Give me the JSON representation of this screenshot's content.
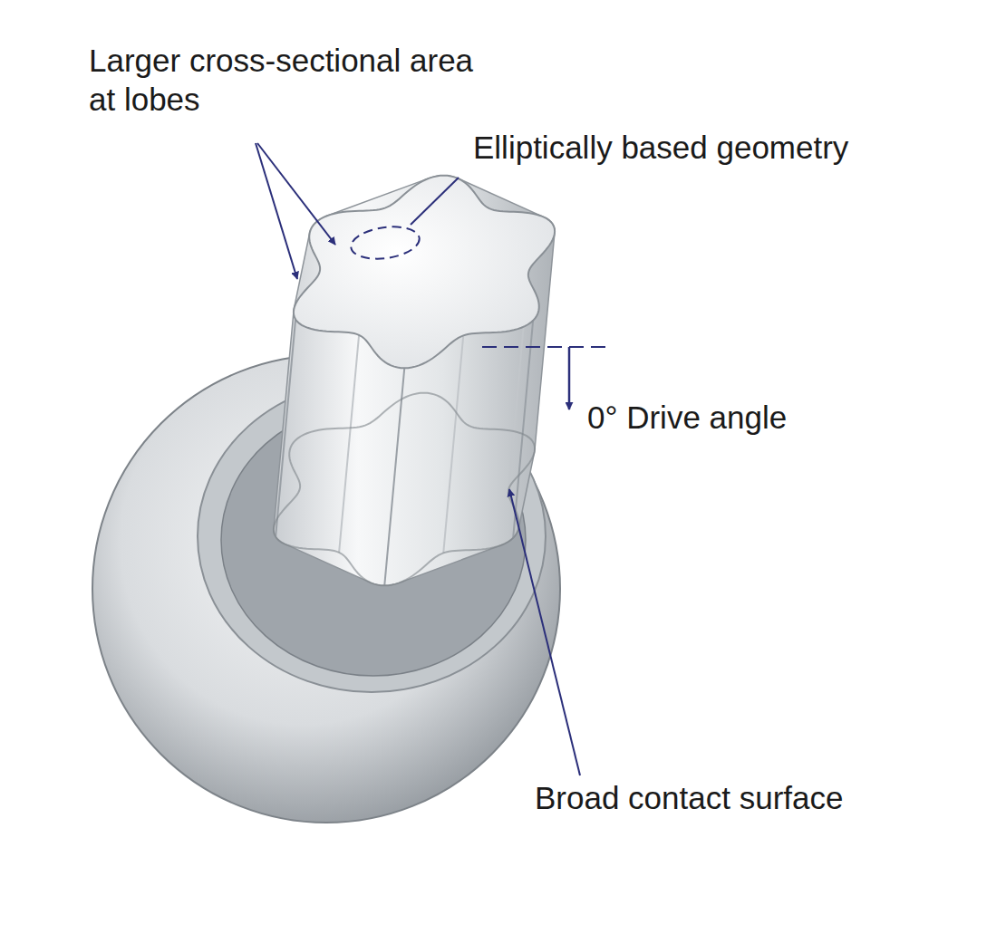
{
  "diagram": {
    "labels": [
      "Larger cross-sectional area at lobes",
      "Elliptically based geometry",
      "0° Drive angle",
      "Broad contact surface"
    ]
  }
}
